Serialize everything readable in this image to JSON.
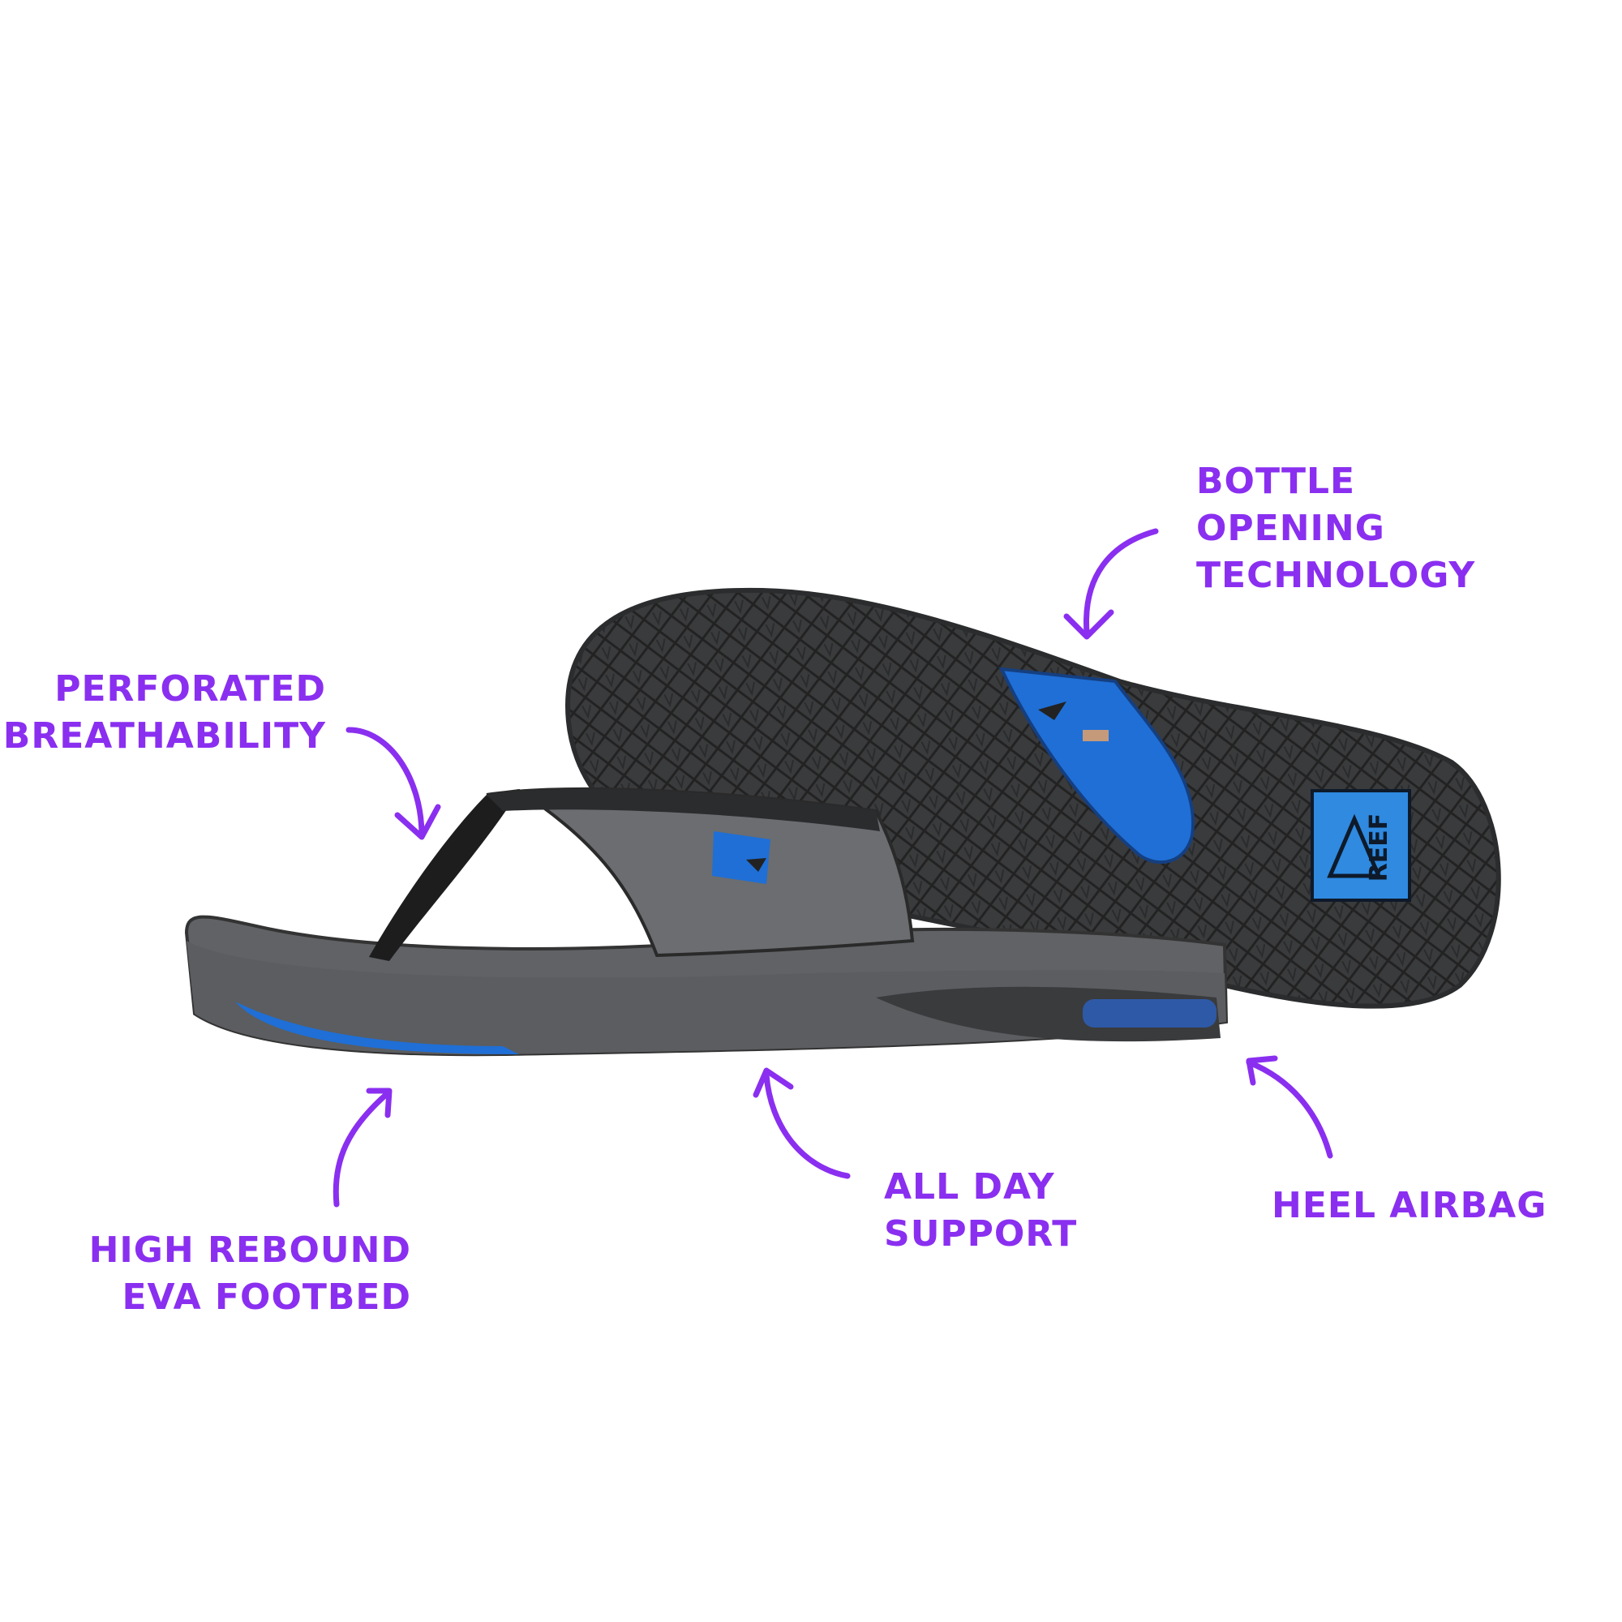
{
  "colors": {
    "annotation": "#8a2ff0",
    "accent_blue": "#1f6fd6",
    "sole_dark": "#3a3b3d",
    "strap_gray": "#6b6d70"
  },
  "product": {
    "brand_logo": "REEF"
  },
  "callouts": {
    "bottle_opening": [
      "BOTTLE",
      "OPENING",
      "TECHNOLOGY"
    ],
    "perforated": [
      "PERFORATED",
      "BREATHABILITY"
    ],
    "high_rebound": [
      "HIGH REBOUND",
      "EVA FOOTBED"
    ],
    "all_day_support": [
      "ALL DAY",
      "SUPPORT"
    ],
    "heel_airbag": [
      "HEEL AIRBAG"
    ]
  }
}
